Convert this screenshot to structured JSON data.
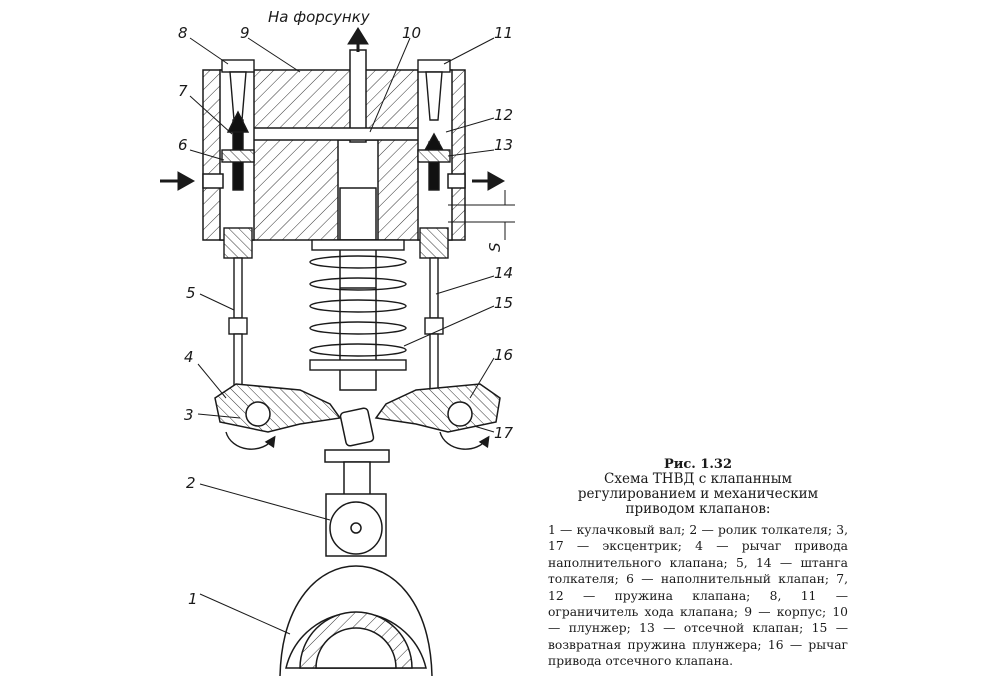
{
  "diagram": {
    "flow_label": "На форсунку",
    "gap_label": "S",
    "part_numbers": [
      "1",
      "2",
      "3",
      "4",
      "5",
      "6",
      "7",
      "8",
      "9",
      "10",
      "11",
      "12",
      "13",
      "14",
      "15",
      "16",
      "17"
    ]
  },
  "caption": {
    "figure_number": "Рис. 1.32",
    "title": "Схема ТНВД с клапанным регулированием и механическим приводом клапанов:",
    "legend": "1 — кулачковый вал; 2 — ролик толкателя; 3, 17 — эксцентрик; 4 — рычаг привода наполнительного клапана; 5, 14 — штанга толкателя; 6 — наполнительный клапан; 7, 12 — пружина клапана; 8, 11 — ограничитель хода клапана; 9 — корпус; 10 — плунжер; 13 — отсечной клапан; 15 — возвратная пружина плунжера; 16 — рычаг привода отсечного клапана."
  }
}
